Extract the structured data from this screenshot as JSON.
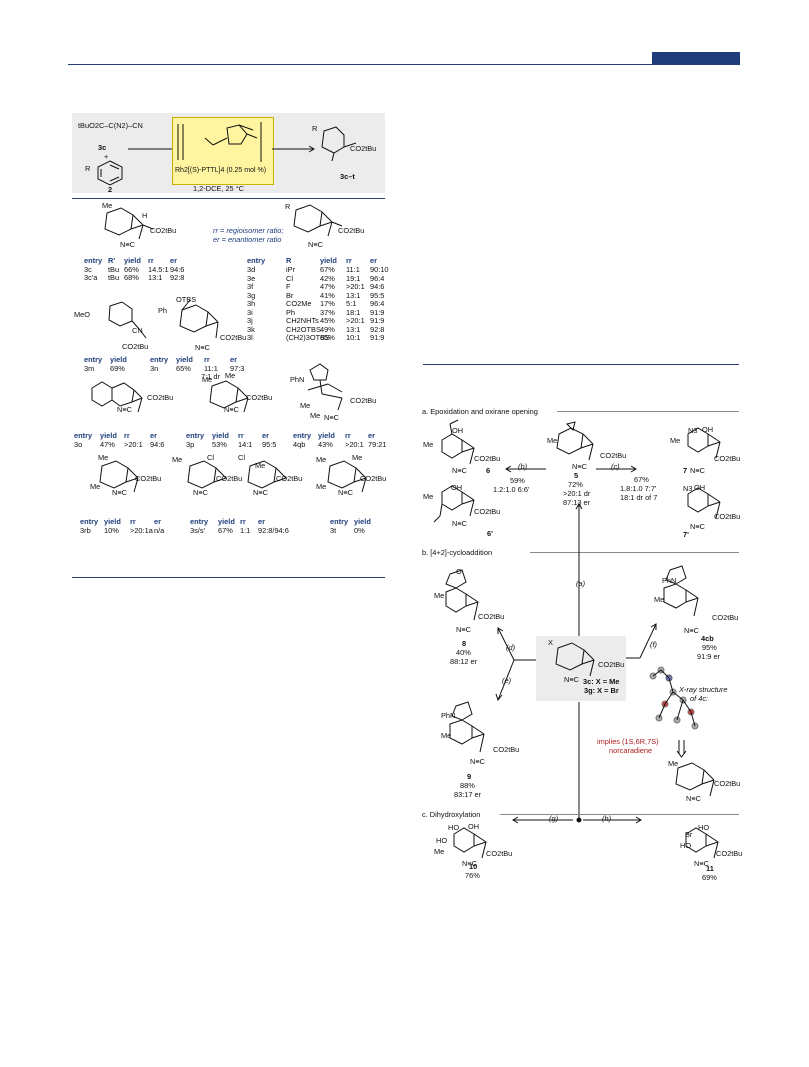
{
  "header_bar_color": "#1f3d7a",
  "scheme1": {
    "reactant_acid": "tBuO2C–C(N2)–CN",
    "reactant_label": "3c",
    "plus": "+",
    "arene_label": "2",
    "arene_r": "R",
    "catalyst": "Rh2[(S)-PTTL]4 (0.25 mol %)",
    "solvent": "1,2-DCE, 25 °C",
    "product_label": "3c–t",
    "rr_def": "rr = regioisomer ratio;",
    "er_def": "er = enantiomer ratio",
    "table_left": {
      "headers": [
        "entry",
        "R'",
        "yield",
        "rr",
        "er"
      ],
      "rows": [
        [
          "3c",
          "tBu",
          "66%",
          "14.5:1",
          "94:6"
        ],
        [
          "3c'a",
          "tBu",
          "68%",
          "13:1",
          "92:8"
        ]
      ]
    },
    "table_right": {
      "headers": [
        "entry",
        "R",
        "yield",
        "rr",
        "er"
      ],
      "rows": [
        [
          "3d",
          "iPr",
          "67%",
          "11:1",
          "90:10"
        ],
        [
          "3e",
          "Cl",
          "42%",
          "19:1",
          "96:4"
        ],
        [
          "3f",
          "F",
          "47%",
          ">20:1",
          "94:6"
        ],
        [
          "3g",
          "Br",
          "41%",
          "13:1",
          "95:5"
        ],
        [
          "3h",
          "CO2Me",
          "17%",
          "5:1",
          "96:4"
        ],
        [
          "3i",
          "Ph",
          "37%",
          "18:1",
          "91:9"
        ],
        [
          "3j",
          "CH2NHTs",
          "45%",
          ">20:1",
          "91:9"
        ],
        [
          "3k",
          "CH2OTBS",
          "49%",
          "13:1",
          "92:8"
        ],
        [
          "3l",
          "(CH2)3OTBS",
          "65%",
          "10:1",
          "91:9"
        ]
      ]
    },
    "row_mn": {
      "h1": [
        "entry",
        "yield"
      ],
      "v1": [
        "3m",
        "69%"
      ],
      "h2": [
        "entry",
        "yield",
        "rr",
        "er"
      ],
      "v2": [
        "3n",
        "65%",
        "11:1",
        "97:3"
      ],
      "dr": "7:1 dr"
    },
    "row_opq": {
      "h": [
        "entry",
        "yield",
        "rr",
        "er"
      ],
      "o": [
        "3o",
        "47%",
        ">20:1",
        "94:6"
      ],
      "p": [
        "3p",
        "53%",
        "14:1",
        "95:5"
      ],
      "q": [
        "4qb",
        "43%",
        ">20:1",
        "79:21"
      ]
    },
    "row_rst": {
      "h": [
        "entry",
        "yield",
        "rr",
        "er"
      ],
      "r": [
        "3rb",
        "10%",
        ">20:1a",
        "n/a"
      ],
      "s": [
        "3s/s'",
        "67%",
        "1:1",
        "92:8/94:6"
      ],
      "th": [
        "entry",
        "yield"
      ],
      "t": [
        "3t",
        "0%"
      ]
    },
    "mol_text": {
      "me": "Me",
      "h": "H",
      "co2tbu": "CO2tBu",
      "nc": "N≡C",
      "meo": "MeO",
      "cn": "CN",
      "otbs": "OTBS",
      "ph": "Ph",
      "phn": "PhN",
      "o": "O",
      "n": "N",
      "cl": "Cl"
    }
  },
  "scheme2": {
    "section_a": "a. Epoxidation and oxirane opening",
    "section_b": "b. [4+2]-cycloaddition",
    "section_c": "c. Dihydroxylation",
    "cond_b": "(b)",
    "cond_c": "(c)",
    "cond_a": "(a)",
    "cond_d": "(d)",
    "cond_e": "(e)",
    "cond_f": "(f)",
    "cond_g": "(g)",
    "cond_h": "(h)",
    "res_66": [
      "59%",
      "1.2:1.0 6:6'"
    ],
    "res_5": [
      "5",
      "72%",
      ">20:1 dr",
      "87:13 er"
    ],
    "res_77": [
      "67%",
      "1.8:1.0 7:7'",
      "18:1 dr of 7"
    ],
    "label_6": "6",
    "label_6p": "6'",
    "label_7": "7",
    "label_7p": "7'",
    "res_8": [
      "8",
      "40%",
      "88:12 er"
    ],
    "res_9": [
      "9",
      "88%",
      "83:17 er"
    ],
    "res_4c": [
      "4cb",
      "95%",
      "91:9 er"
    ],
    "center": [
      "3c: X = Me",
      "3g: X = Br"
    ],
    "xray": [
      "X-ray structure",
      "of 4c:"
    ],
    "implies": [
      "implies (1S,6R,7S)",
      "norcaradiene"
    ],
    "res_10": [
      "10",
      "76%"
    ],
    "res_11": [
      "11",
      "69%"
    ],
    "labels": {
      "oh": "OH",
      "ho": "HO",
      "n3": "N3",
      "x": "X",
      "br": "Br"
    }
  },
  "colors": {
    "heading": "#1e3d7a",
    "implies": "#b01c1c",
    "scheme_bg": "#ececec",
    "highlight": "#fff4a0"
  }
}
